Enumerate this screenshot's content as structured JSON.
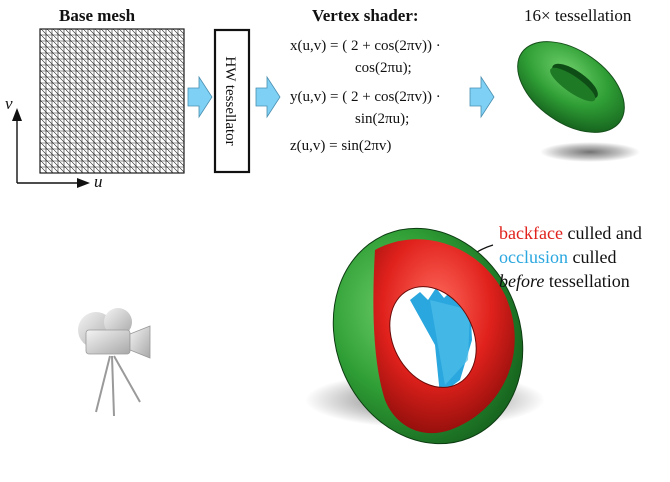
{
  "labels": {
    "base_mesh": "Base mesh",
    "vertex_shader": "Vertex shader:",
    "tessellation": "16× tessellation",
    "hw_tessellator": "HW tessellator",
    "axis_u": "u",
    "axis_v": "v"
  },
  "equations": {
    "x_line1": "x(u,v) = ( 2 + cos(2πv)) ·",
    "x_line2": "cos(2πu);",
    "y_line1": "y(u,v) = ( 2 + cos(2πv)) ·",
    "y_line2": "sin(2πu);",
    "z_line1": "z(u,v) = sin(2πv)"
  },
  "annotation": {
    "backface_word": "backface",
    "backface_rest": " culled and",
    "occlusion_word": "occlusion",
    "occlusion_rest": " culled",
    "before_word": "before",
    "before_rest": " tessellation"
  },
  "colors": {
    "backface": "#e0211c",
    "occlusion": "#2aa7df",
    "torus_green": "#2f9e35",
    "arrow_fill": "#7fd0f5"
  },
  "icons": {
    "camera": "camera-icon"
  }
}
